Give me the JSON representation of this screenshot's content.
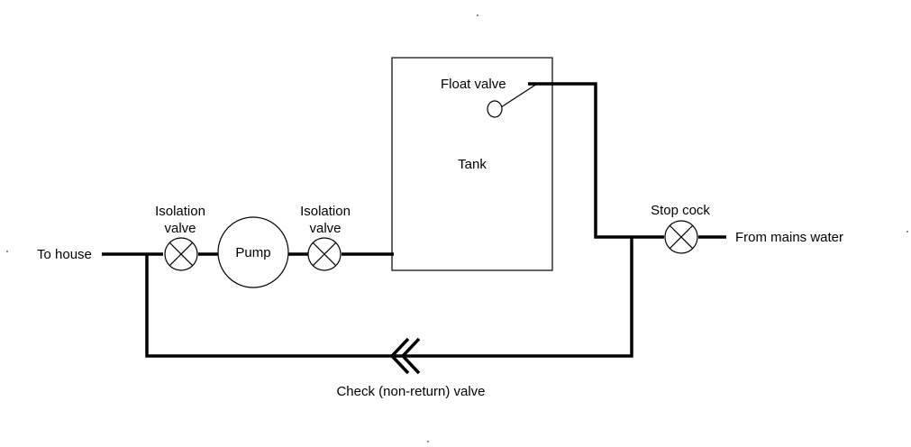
{
  "labels": {
    "to_house": "To house",
    "isolation_valve_left_line1": "Isolation",
    "isolation_valve_left_line2": "valve",
    "pump": "Pump",
    "isolation_valve_right_line1": "Isolation",
    "isolation_valve_right_line2": "valve",
    "float_valve": "Float valve",
    "tank": "Tank",
    "stop_cock": "Stop cock",
    "from_mains": "From mains water",
    "check_valve": "Check (non-return) valve"
  },
  "colors": {
    "line": "#000000",
    "background": "#ffffff"
  },
  "icons": {
    "valve": "circle-with-x",
    "check_valve": "double-chevron-left"
  }
}
